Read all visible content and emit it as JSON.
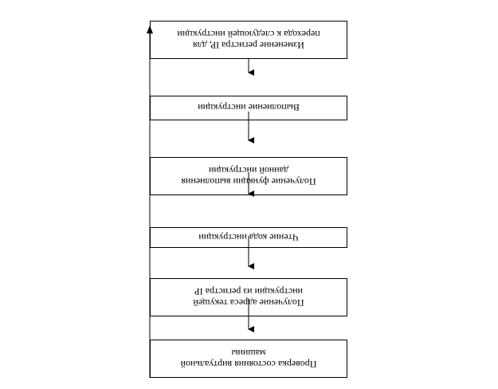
{
  "diagram": {
    "steps": [
      {
        "id": "b1",
        "label": "Изменение регистра IP, для\nперехода к следующей инструкции"
      },
      {
        "id": "b2",
        "label": "Выполнение инструкции"
      },
      {
        "id": "b3",
        "label": "Получение функции выполнения\nданной инструкции"
      },
      {
        "id": "b4",
        "label": "Чтение кода инструкции"
      },
      {
        "id": "b5",
        "label": "Получение адреса текущей\nинструкции из регистра IP"
      },
      {
        "id": "b6",
        "label": "Проверка состояния виртуальной\nмашины"
      }
    ],
    "orientation": "upside-down",
    "line_color": "#000000"
  }
}
